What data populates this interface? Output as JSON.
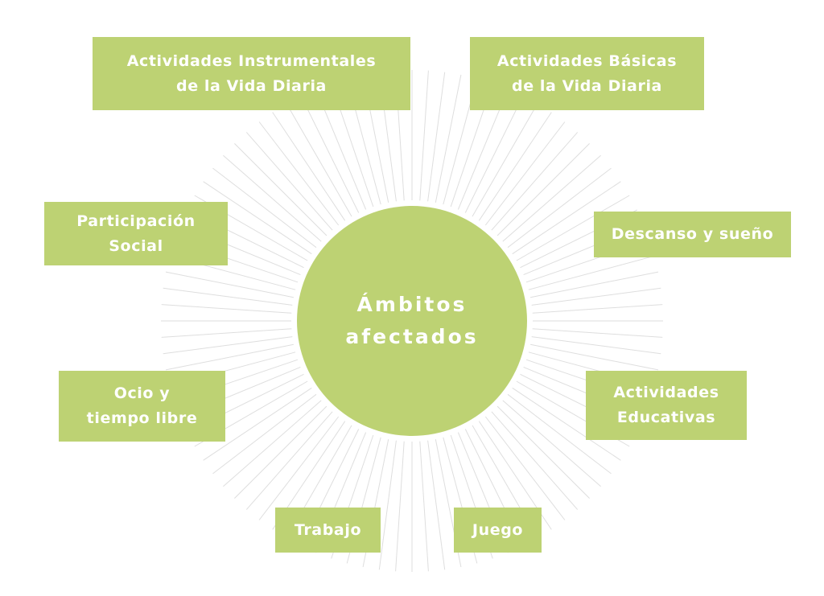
{
  "diagram": {
    "center": {
      "label": "Ámbitos\nafectados"
    },
    "nodes": [
      {
        "id": "aivd",
        "label": "Actividades Instrumentales\nde la Vida Diaria"
      },
      {
        "id": "abvd",
        "label": "Actividades Básicas\nde la Vida Diaria"
      },
      {
        "id": "ps",
        "label": "Participación\nSocial"
      },
      {
        "id": "ds",
        "label": "Descanso y sueño"
      },
      {
        "id": "ot",
        "label": "Ocio y\ntiempo libre"
      },
      {
        "id": "ae",
        "label": "Actividades\nEducativas"
      },
      {
        "id": "tr",
        "label": "Trabajo"
      },
      {
        "id": "ju",
        "label": "Juego"
      }
    ]
  },
  "colors": {
    "accent": "#bdd273",
    "ray": "#dedede",
    "text_on_accent": "#ffffff",
    "background": "#ffffff"
  }
}
